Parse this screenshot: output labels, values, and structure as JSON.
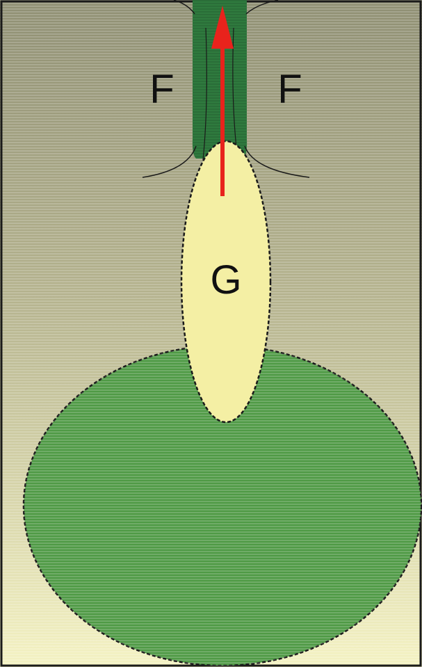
{
  "labels": {
    "left": "F",
    "right": "F",
    "center": "G"
  },
  "colors": {
    "background_top": "#8f8f73",
    "background_bottom": "#f4f2c2",
    "channel": "#2f7a3e",
    "circle": "#4f9a45",
    "ellipse": "#f4efa4",
    "outline": "#1a1a1a",
    "arrow": "#e8231c"
  },
  "icons": {
    "arrow": "up-arrow-icon"
  }
}
